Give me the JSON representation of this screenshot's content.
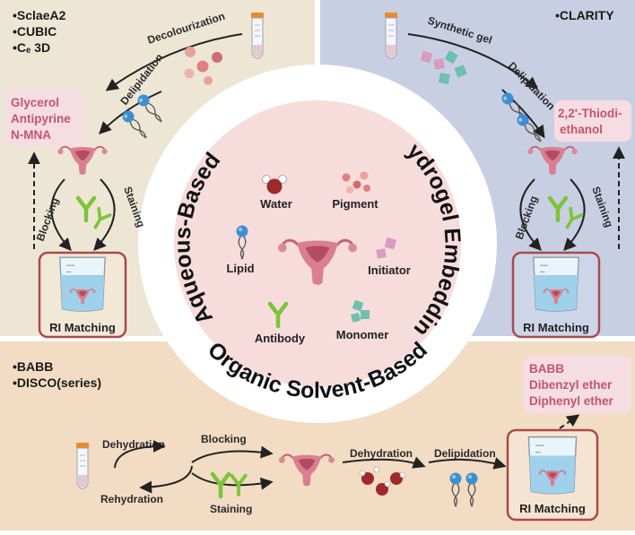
{
  "colors": {
    "aqueous_panel": "#ede6d5",
    "hydrogel_panel": "#c9cfe3",
    "organic_panel": "#f3dcc4",
    "center_circle": "#f7dcdc",
    "box_border": "#a94a4a",
    "pink_text": "#c2556a",
    "pink_box": "#f5dde3",
    "antibody": "#7cc43a",
    "lipid": "#3f8fd0",
    "pigment": "#de7f80",
    "monomer": "#6fc0ac",
    "initiator": "#d79cc0",
    "water": "#9e2a2a"
  },
  "aqueous": {
    "title": "Aqueous-Based",
    "methods": [
      "•SclaeA2",
      "•CUBIC",
      "•Cₑ 3D"
    ],
    "step_decolourization": "Decolourization",
    "step_delipidation": "Delipidation",
    "step_blocking": "Blocking",
    "step_staining": "Staining",
    "ri_label": "RI Matching",
    "reagents": [
      "Glycerol",
      "Antipyrine",
      "N-MNA"
    ]
  },
  "hydrogel": {
    "title": "Hydrogel Embedding",
    "methods": [
      "•CLARITY"
    ],
    "step_gel": "Synthetic gel",
    "step_delipidation": "Delipidation",
    "step_blocking": "Blocking",
    "step_staining": "Staining",
    "ri_label": "RI Matching",
    "reagents": [
      "2,2'-Thiodi-",
      "ethanol"
    ]
  },
  "organic": {
    "title": "Organic Solvent-Based",
    "methods": [
      "•BABB",
      "•DISCO(series)"
    ],
    "step_dehydration_cycle": "Dehydration",
    "step_rehydration": "Rehydration",
    "step_blocking": "Blocking",
    "step_staining": "Staining",
    "step_dehydration": "Dehydration",
    "step_delipidation": "Delipidation",
    "ri_label": "RI Matching",
    "reagents": [
      "BABB",
      "Dibenzyl ether",
      "Diphenyl ether"
    ]
  },
  "center": {
    "water": "Water",
    "pigment": "Pigment",
    "lipid": "Lipid",
    "initiator": "Initiator",
    "antibody": "Antibody",
    "monomer": "Monomer"
  }
}
